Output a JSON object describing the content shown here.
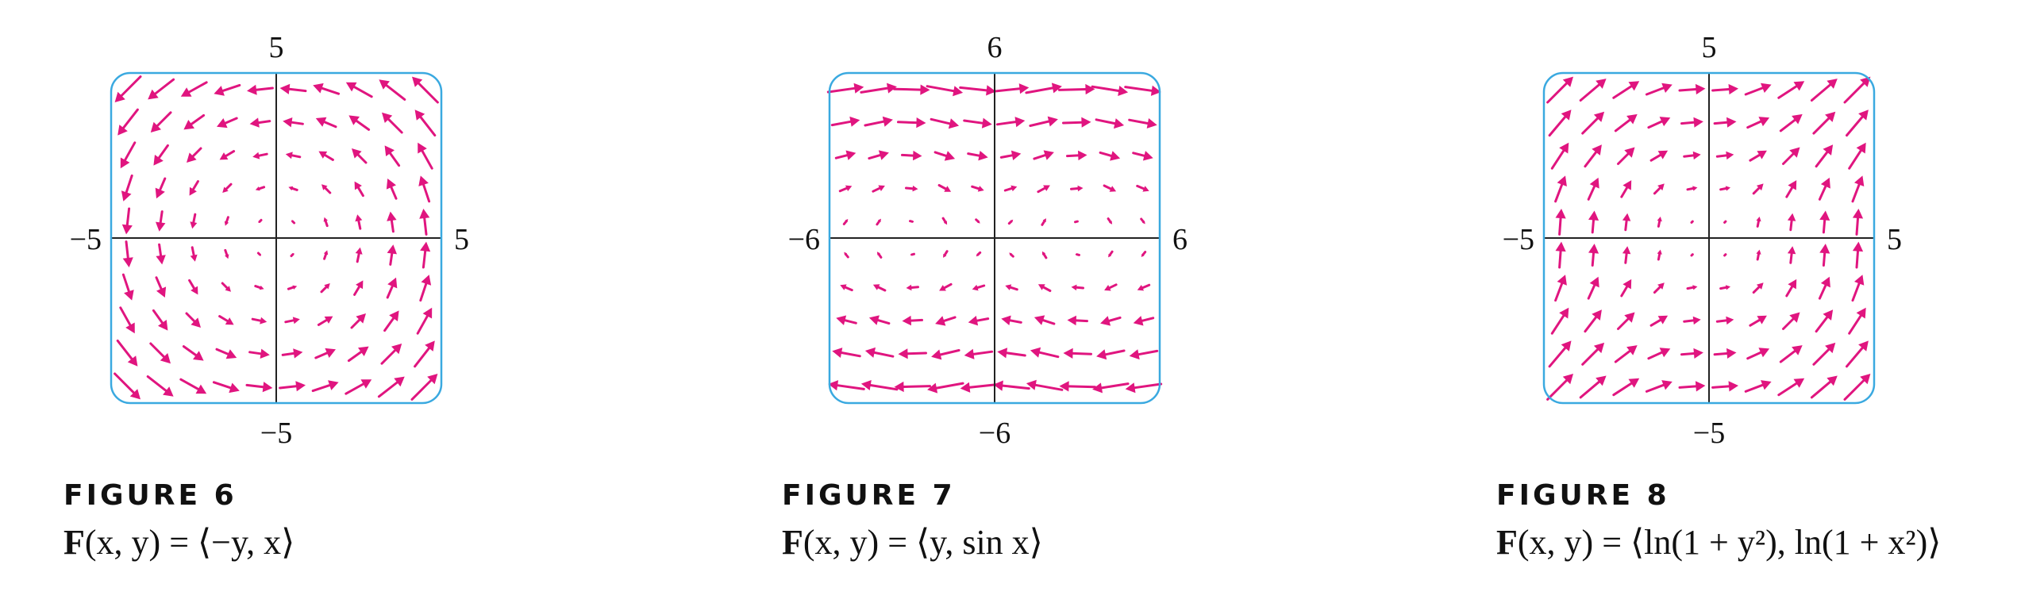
{
  "colors": {
    "arrow": "#e0157f",
    "frame": "#3aa9e0",
    "axis": "#222222"
  },
  "figures": [
    {
      "label": "FIGURE 6",
      "formula_parts": {
        "F": "F",
        "args": "(x, y) = ",
        "body": "⟨−y, x⟩"
      },
      "ticks": {
        "top": "5",
        "bottom": "−5",
        "left": "−5",
        "right": "5"
      }
    },
    {
      "label": "FIGURE 7",
      "formula_parts": {
        "F": "F",
        "args": "(x, y) = ",
        "body": "⟨y, sin x⟩"
      },
      "ticks": {
        "top": "6",
        "bottom": "−6",
        "left": "−6",
        "right": "6"
      }
    },
    {
      "label": "FIGURE 8",
      "formula_parts": {
        "F": "F",
        "args": "(x, y) = ",
        "body": "⟨ln(1 + y²), ln(1 + x²)⟩"
      },
      "ticks": {
        "top": "5",
        "bottom": "−5",
        "left": "−5",
        "right": "5"
      }
    }
  ],
  "chart_data": [
    {
      "type": "vector_field",
      "field": "(-y, x)",
      "xlim": [
        -5,
        5
      ],
      "ylim": [
        -5,
        5
      ],
      "grid_points": 10
    },
    {
      "type": "vector_field",
      "field": "(y, sin x)",
      "xlim": [
        -6,
        6
      ],
      "ylim": [
        -6,
        6
      ],
      "grid_points": 10
    },
    {
      "type": "vector_field",
      "field": "(ln(1+y^2), ln(1+x^2))",
      "xlim": [
        -5,
        5
      ],
      "ylim": [
        -5,
        5
      ],
      "grid_points": 10
    }
  ]
}
